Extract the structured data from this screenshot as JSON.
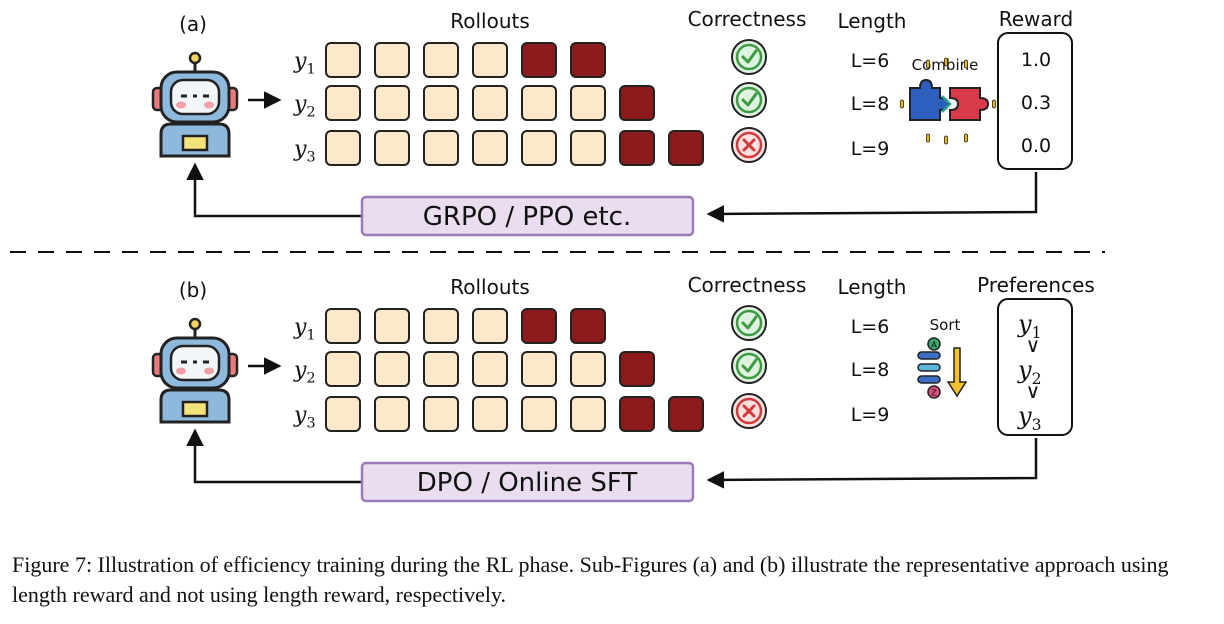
{
  "colors": {
    "cell_ok": "#fde8c9",
    "cell_bad": "#8b1a1a",
    "method_fill": "#e9ddef",
    "method_border": "#9a7ab8",
    "check": "#3a9b43",
    "cross": "#d23a3a"
  },
  "panels": [
    {
      "label": "(a)",
      "rollouts_title": "Rollouts",
      "correctness_title": "Correctness",
      "length_title": "Length",
      "right_title": "Reward",
      "middle_label": "Combine",
      "middle_icon": "puzzle-icon",
      "method": "GRPO / PPO  etc.",
      "rows": [
        {
          "sym": "y",
          "sub": "1",
          "good": 4,
          "bad": 2,
          "correct": true,
          "length": "L=6"
        },
        {
          "sym": "y",
          "sub": "2",
          "good": 6,
          "bad": 1,
          "correct": true,
          "length": "L=8"
        },
        {
          "sym": "y",
          "sub": "3",
          "good": 6,
          "bad": 2,
          "correct": false,
          "length": "L=9"
        }
      ],
      "right_values": [
        "1.0",
        "0.3",
        "0.0"
      ]
    },
    {
      "label": "(b)",
      "rollouts_title": "Rollouts",
      "correctness_title": "Correctness",
      "length_title": "Length",
      "right_title": "Preferences",
      "middle_label": "Sort",
      "middle_icon": "sort-icon",
      "method": "DPO / Online SFT",
      "rows": [
        {
          "sym": "y",
          "sub": "1",
          "good": 4,
          "bad": 2,
          "correct": true,
          "length": "L=6"
        },
        {
          "sym": "y",
          "sub": "2",
          "good": 6,
          "bad": 1,
          "correct": true,
          "length": "L=8"
        },
        {
          "sym": "y",
          "sub": "3",
          "good": 6,
          "bad": 2,
          "correct": false,
          "length": "L=9"
        }
      ],
      "preferences": {
        "items": [
          {
            "sym": "y",
            "sub": "1"
          },
          {
            "sym": "y",
            "sub": "2"
          },
          {
            "sym": "y",
            "sub": "3"
          }
        ],
        "separator": "∨"
      }
    }
  ],
  "caption": "Figure 7: Illustration of efficiency training during the RL phase. Sub-Figures (a) and (b) illustrate the representative approach using length reward and not using length reward, respectively."
}
